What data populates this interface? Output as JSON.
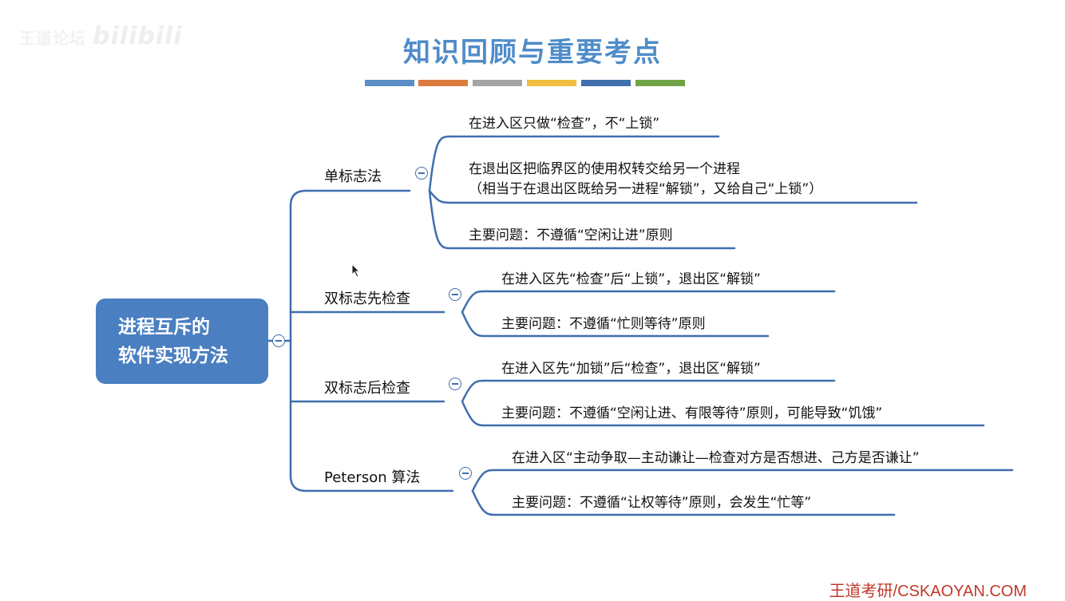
{
  "watermark": {
    "text": "王道论坛",
    "logo": "bilibili"
  },
  "title": "知识回顾与重要考点",
  "color_bars": [
    "#5b8ec6",
    "#dd7a3d",
    "#a5a5a5",
    "#f0bf3f",
    "#3f6fad",
    "#6fa346"
  ],
  "root": {
    "line1": "进程互斥的",
    "line2": "软件实现方法"
  },
  "branches": [
    {
      "label": "单标志法",
      "leaves": [
        {
          "line1": "在进入区只做“检查”，不“上锁”"
        },
        {
          "line1": "在退出区把临界区的使用权转交给另一个进程",
          "line2": "（相当于在退出区既给另一进程“解锁”，又给自己“上锁”）"
        },
        {
          "line1": "主要问题：不遵循“空闲让进”原则"
        }
      ]
    },
    {
      "label": "双标志先检查",
      "leaves": [
        {
          "line1": "在进入区先“检查”后“上锁”，退出区“解锁”"
        },
        {
          "line1": "主要问题：不遵循“忙则等待”原则"
        }
      ]
    },
    {
      "label": "双标志后检查",
      "leaves": [
        {
          "line1": "在进入区先“加锁”后“检查”，退出区“解锁”"
        },
        {
          "line1": "主要问题：不遵循“空闲让进、有限等待”原则，可能导致“饥饿”"
        }
      ]
    },
    {
      "label": "Peterson 算法",
      "leaves": [
        {
          "line1": "在进入区“主动争取—主动谦让—检查对方是否想进、己方是否谦让”"
        },
        {
          "line1": "主要问题：不遵循“让权等待”原则，会发生“忙等”"
        }
      ]
    }
  ],
  "footer": "王道考研/CSKAOYAN.COM",
  "colors": {
    "line": "#3f6fad",
    "title": "#4f8cc9",
    "root_bg": "#4a7fc1",
    "footer": "#c0392b"
  }
}
